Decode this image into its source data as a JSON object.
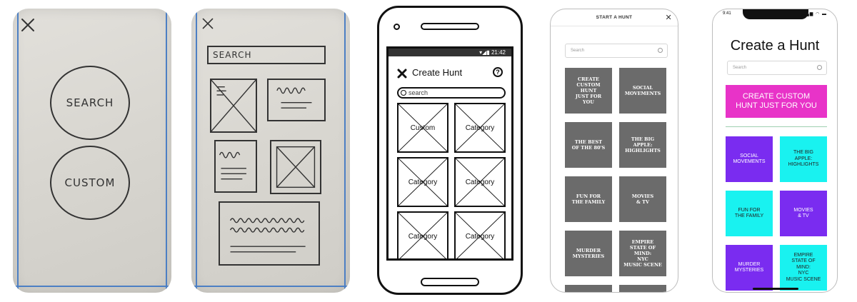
{
  "sketch1": {
    "search_label": "SEARCH",
    "custom_label": "CUSTOM"
  },
  "sketch2": {
    "search_label": "SEARCH"
  },
  "wireframe": {
    "status_time": "21:42",
    "title": "Create Hunt",
    "help_glyph": "?",
    "search_placeholder": "search",
    "tiles": [
      "Custom",
      "Category",
      "Category",
      "Category",
      "Category",
      "Category"
    ]
  },
  "gray_mockup": {
    "header": "START A HUNT",
    "close_glyph": "✕",
    "search_placeholder": "Search",
    "tiles": [
      "CREATE\nCUSTOM\nHUNT\nJUST FOR\nYOU",
      "SOCIAL\nMOVEMENTS",
      "THE BEST\nOF THE 80'S",
      "THE BIG\nAPPLE:\nHIGHLIGHTS",
      "FUN FOR\nTHE FAMILY",
      "MOVIES\n& TV",
      "MURDER\nMYSTERIES",
      "EMPIRE\nSTATE OF\nMIND:\nNYC\nMUSIC SCENE"
    ],
    "tile_color": "#6b6b6b"
  },
  "color_mockup": {
    "status_time": "9:41",
    "status_icons": "▂▄▆ ◠ ▬",
    "title": "Create a Hunt",
    "search_placeholder": "Search",
    "custom_button": "CREATE  CUSTOM\nHUNT JUST FOR YOU",
    "tiles": [
      {
        "label": "SOCIAL\nMOVEMENTS",
        "color": "#7a2cf0",
        "text_color": "#ffffff"
      },
      {
        "label": "THE BIG\nAPPLE:\nHIGHLIGHTS",
        "color": "#19f2f0",
        "text_color": "#222222"
      },
      {
        "label": "FUN FOR\nTHE FAMILY",
        "color": "#19f2f0",
        "text_color": "#222222"
      },
      {
        "label": "MOVIES\n& TV",
        "color": "#7a2cf0",
        "text_color": "#ffffff"
      },
      {
        "label": "MURDER\nMYSTERIES",
        "color": "#7a2cf0",
        "text_color": "#ffffff"
      },
      {
        "label": "EMPIRE\nSTATE OF\nMIND:\nNYC\nMUSIC SCENE",
        "color": "#19f2f0",
        "text_color": "#222222"
      }
    ],
    "accent_color": "#e833c8"
  }
}
